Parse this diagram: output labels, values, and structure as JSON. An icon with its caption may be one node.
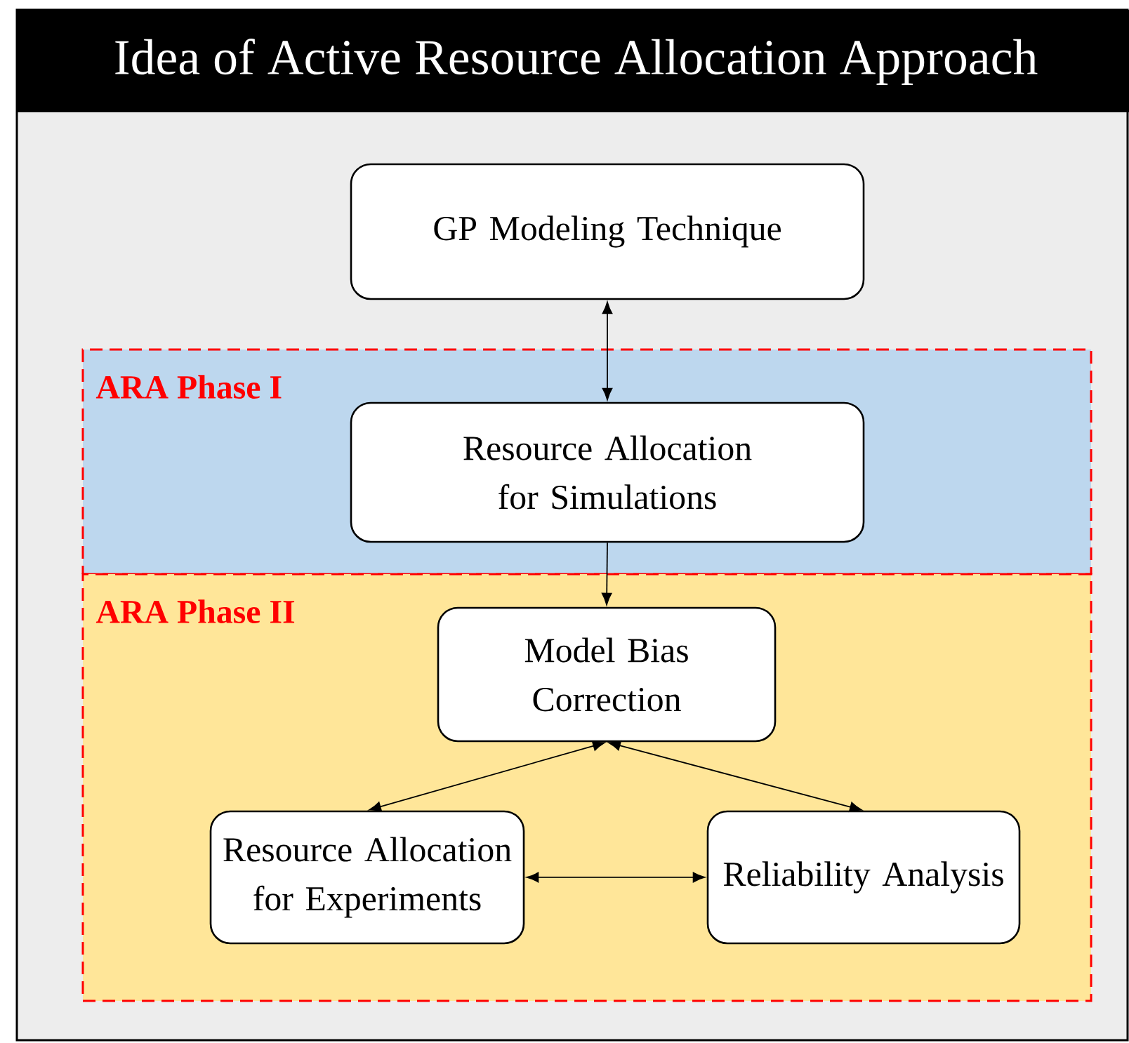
{
  "diagram": {
    "title": "Idea of Active Resource Allocation Approach",
    "nodes": [
      {
        "text": [
          "GP Modeling Technique"
        ]
      },
      {
        "text": [
          "ARA Phase I"
        ]
      },
      {
        "text": [
          "Resource Allocation for Simulations"
        ],
        "in": 1
      },
      {
        "text": [
          "ARA Phase II"
        ]
      },
      {
        "text": [
          "Model Bias Correction"
        ],
        "in": 3
      },
      {
        "text": [
          "Resource Allocation for Experiments"
        ],
        "in": 3
      },
      {
        "text": [
          "Reliability Analysis"
        ],
        "in": 3
      }
    ],
    "edges": [
      {
        "from": 0,
        "to": 2,
        "arrow": "both"
      },
      {
        "from": 2,
        "to": 4,
        "arrow": "to"
      },
      {
        "from": 4,
        "to": 5,
        "arrow": "both"
      },
      {
        "from": 4,
        "to": 6,
        "arrow": "both"
      },
      {
        "from": 5,
        "to": 6,
        "arrow": "both"
      }
    ]
  }
}
